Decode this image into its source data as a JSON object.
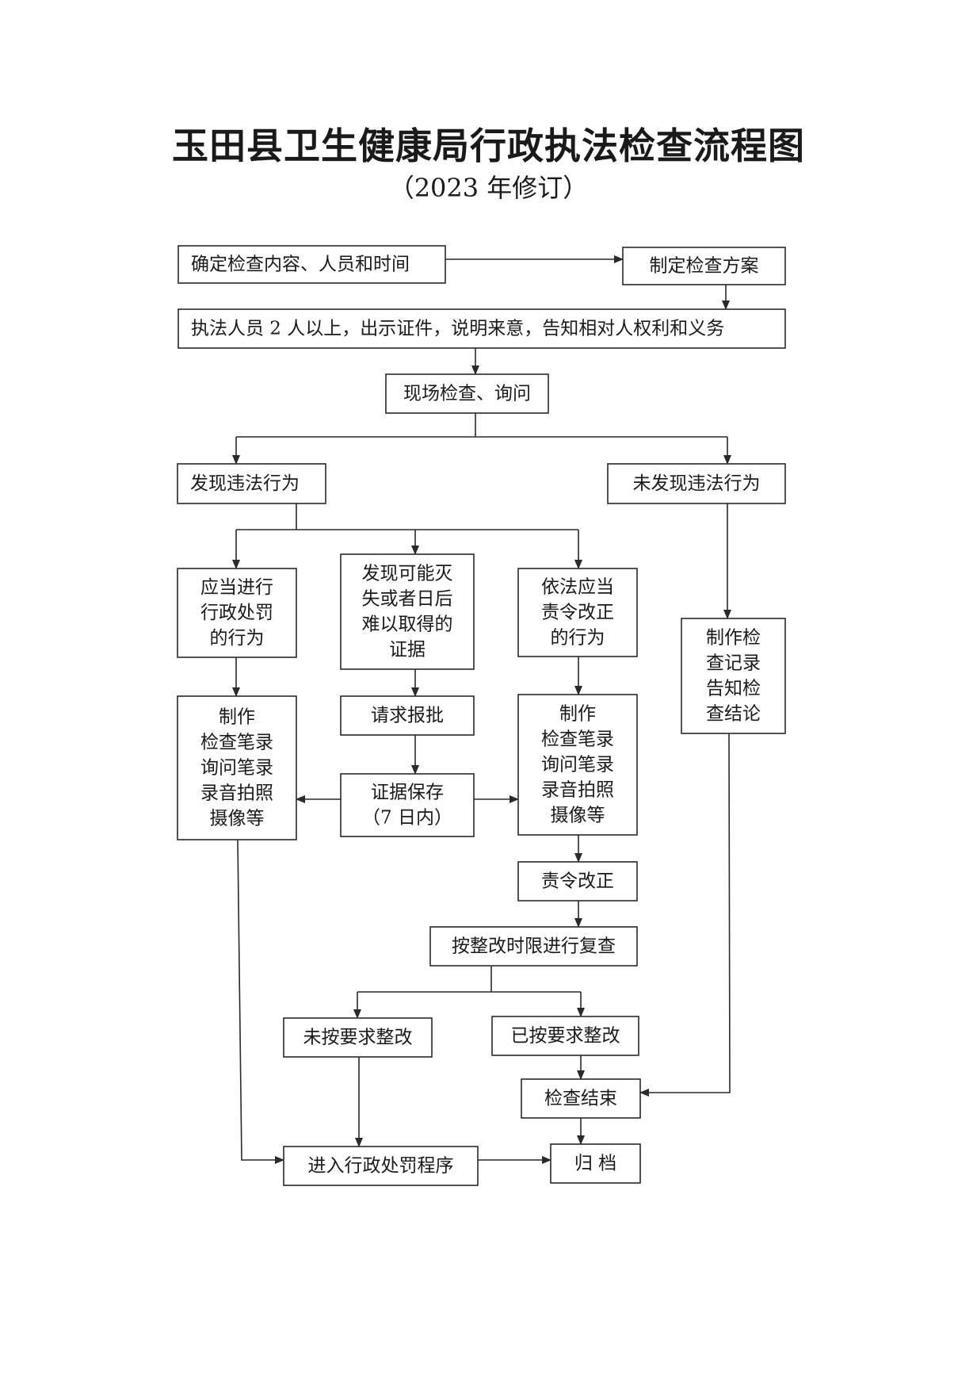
{
  "title": "玉田县卫生健康局行政执法检查流程图",
  "subtitle": "（2023 年修订）",
  "nodes": {
    "determine": {
      "lines": [
        "确定检查内容、人员和时间"
      ]
    },
    "plan": {
      "lines": [
        "制定检查方案"
      ]
    },
    "officers": {
      "lines": [
        "执法人员 2 人以上，出示证件，说明来意，告知相对人权利和义务"
      ]
    },
    "onsite": {
      "lines": [
        "现场检查、询问"
      ]
    },
    "found": {
      "lines": [
        "发现违法行为"
      ]
    },
    "notfound": {
      "lines": [
        "未发现违法行为"
      ]
    },
    "penalty": {
      "lines": [
        "应当进行",
        "行政处罚",
        "的行为"
      ]
    },
    "evidence": {
      "lines": [
        "发现可能灭",
        "失或者日后",
        "难以取得的",
        "证据"
      ]
    },
    "correct": {
      "lines": [
        "依法应当",
        "责令改正",
        "的行为"
      ]
    },
    "record_nf": {
      "lines": [
        "制作检",
        "查记录",
        "告知检",
        "查结论"
      ]
    },
    "record_left": {
      "lines": [
        "制作",
        "检查笔录",
        "询问笔录",
        "录音拍照",
        "摄像等"
      ]
    },
    "request": {
      "lines": [
        "请求报批"
      ]
    },
    "record_right": {
      "lines": [
        "制作",
        "检查笔录",
        "询问笔录",
        "录音拍照",
        "摄像等"
      ]
    },
    "preserve": {
      "lines": [
        "证据保存",
        "（7 日内）"
      ]
    },
    "order": {
      "lines": [
        "责令改正"
      ]
    },
    "recheck": {
      "lines": [
        "按整改时限进行复查"
      ]
    },
    "notfixed": {
      "lines": [
        "未按要求整改"
      ]
    },
    "fixed": {
      "lines": [
        "已按要求整改"
      ]
    },
    "end": {
      "lines": [
        "检查结束"
      ]
    },
    "procedure": {
      "lines": [
        "进入行政处罚程序"
      ]
    },
    "archive": {
      "lines": [
        "归  档"
      ]
    }
  }
}
